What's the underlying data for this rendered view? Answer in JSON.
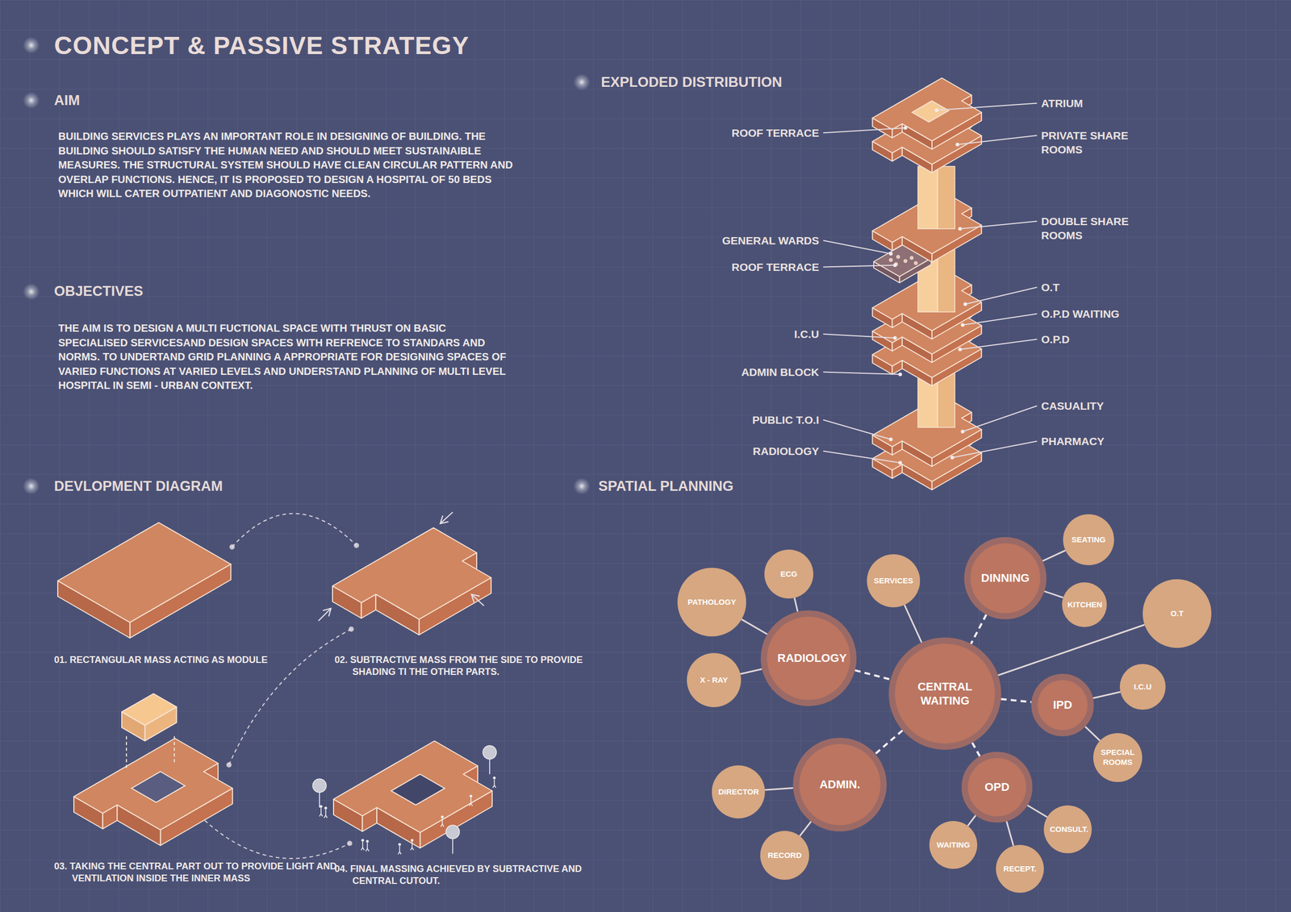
{
  "diagram": {
    "title": "CONCEPT & PASSIVE STRATEGY",
    "nodes": [
      {
        "text": [
          "SEATING"
        ]
      },
      {
        "text": [
          "ECG"
        ]
      },
      {
        "text": [
          "SERVICES"
        ]
      },
      {
        "text": [
          "DINNING"
        ]
      },
      {
        "text": [
          "PATHOLOGY"
        ]
      },
      {
        "text": [
          "KITCHEN"
        ]
      },
      {
        "text": [
          "O.T"
        ]
      },
      {
        "text": [
          "RADIOLOGY"
        ]
      },
      {
        "text": [
          "X - RAY"
        ]
      },
      {
        "text": [
          "CENTRAL WAITING"
        ]
      },
      {
        "text": [
          "I.C.U"
        ]
      },
      {
        "text": [
          "IPD"
        ]
      },
      {
        "text": [
          "SPECIAL ROOMS"
        ]
      },
      {
        "text": [
          "DIRECTOR"
        ]
      },
      {
        "text": [
          "ADMIN."
        ]
      },
      {
        "text": [
          "OPD"
        ]
      },
      {
        "text": [
          "CONSULT."
        ]
      },
      {
        "text": [
          "WAITING"
        ]
      },
      {
        "text": [
          "RECORD"
        ]
      },
      {
        "text": [
          "RECEPT."
        ]
      }
    ],
    "edges": [
      {
        "from": 1,
        "to": 7,
        "arrow": "none"
      },
      {
        "from": 4,
        "to": 7,
        "arrow": "none"
      },
      {
        "from": 8,
        "to": 7,
        "arrow": "none"
      },
      {
        "from": 7,
        "to": 9,
        "arrow": "none"
      },
      {
        "from": 2,
        "to": 9,
        "arrow": "none"
      },
      {
        "from": 3,
        "to": 9,
        "arrow": "none"
      },
      {
        "from": 0,
        "to": 3,
        "arrow": "none"
      },
      {
        "from": 5,
        "to": 3,
        "arrow": "none"
      },
      {
        "from": 6,
        "to": 9,
        "arrow": "none"
      },
      {
        "from": 9,
        "to": 11,
        "arrow": "none"
      },
      {
        "from": 10,
        "to": 11,
        "arrow": "none"
      },
      {
        "from": 12,
        "to": 11,
        "arrow": "none"
      },
      {
        "from": 9,
        "to": 14,
        "arrow": "none"
      },
      {
        "from": 13,
        "to": 14,
        "arrow": "none"
      },
      {
        "from": 18,
        "to": 14,
        "arrow": "none"
      },
      {
        "from": 9,
        "to": 15,
        "arrow": "none"
      },
      {
        "from": 17,
        "to": 15,
        "arrow": "none"
      },
      {
        "from": 16,
        "to": 15,
        "arrow": "none"
      },
      {
        "from": 19,
        "to": 15,
        "arrow": "none"
      }
    ],
    "labels": [
      "AIM",
      "BUILDING SERVICES PLAYS AN IMPORTANT ROLE IN DESIGNING OF BUILDING. THE BUILDING SHOULD SATISFY THE HUMAN NEED AND SHOULD MEET SUSTAINAIBLE MEASURES. THE STRUCTURAL SYSTEM SHOULD HAVE CLEAN CIRCULAR PATTERN AND OVERLAP FUNCTIONS. HENCE, IT IS PROPOSED TO DESIGN A HOSPITAL OF 50 BEDS WHICH WILL CATER OUTPATIENT AND DIAGONOSTIC NEEDS.",
      "OBJECTIVES",
      "THE AIM IS TO DESIGN A MULTI FUCTIONAL SPACE WITH THRUST ON BASIC SPECIALISED SERVICESAND DESIGN SPACES WITH REFRENCE TO STANDARS AND NORMS. TO UNDERTAND GRID PLANNING A APPROPRIATE FOR DESIGNING SPACES OF VARIED FUNCTIONS AT VARIED LEVELS AND UNDERSTAND PLANNING OF MULTI LEVEL HOSPITAL IN SEMI - URBAN CONTEXT.",
      "DEVLOPMENT DIAGRAM",
      "01. RECTANGULAR MASS ACTING AS MODULE",
      "02. SUBTRACTIVE MASS FROM THE SIDE TO PROVIDE SHADING TI THE OTHER PARTS.",
      "03. TAKING THE CENTRAL PART OUT TO PROVIDE LIGHT AND VENTILATION INSIDE THE INNER MASS",
      "04. FINAL MASSING ACHIEVED BY SUBTRACTIVE AND CENTRAL CUTOUT.",
      "EXPLODED DISTRIBUTION",
      "ATRIUM",
      "ROOF TERRACE",
      "PRIVATE SHARE ROOMS",
      "DOUBLE SHARE ROOMS",
      "GENERAL WARDS",
      "ROOF TERRACE",
      "O.T",
      "O.P.D WAITING",
      "I.C.U",
      "O.P.D",
      "ADMIN BLOCK",
      "CASUALITY",
      "PUBLIC T.O.I",
      "PHARMACY",
      "RADIOLOGY",
      "SPATIAL PLANNING"
    ]
  }
}
